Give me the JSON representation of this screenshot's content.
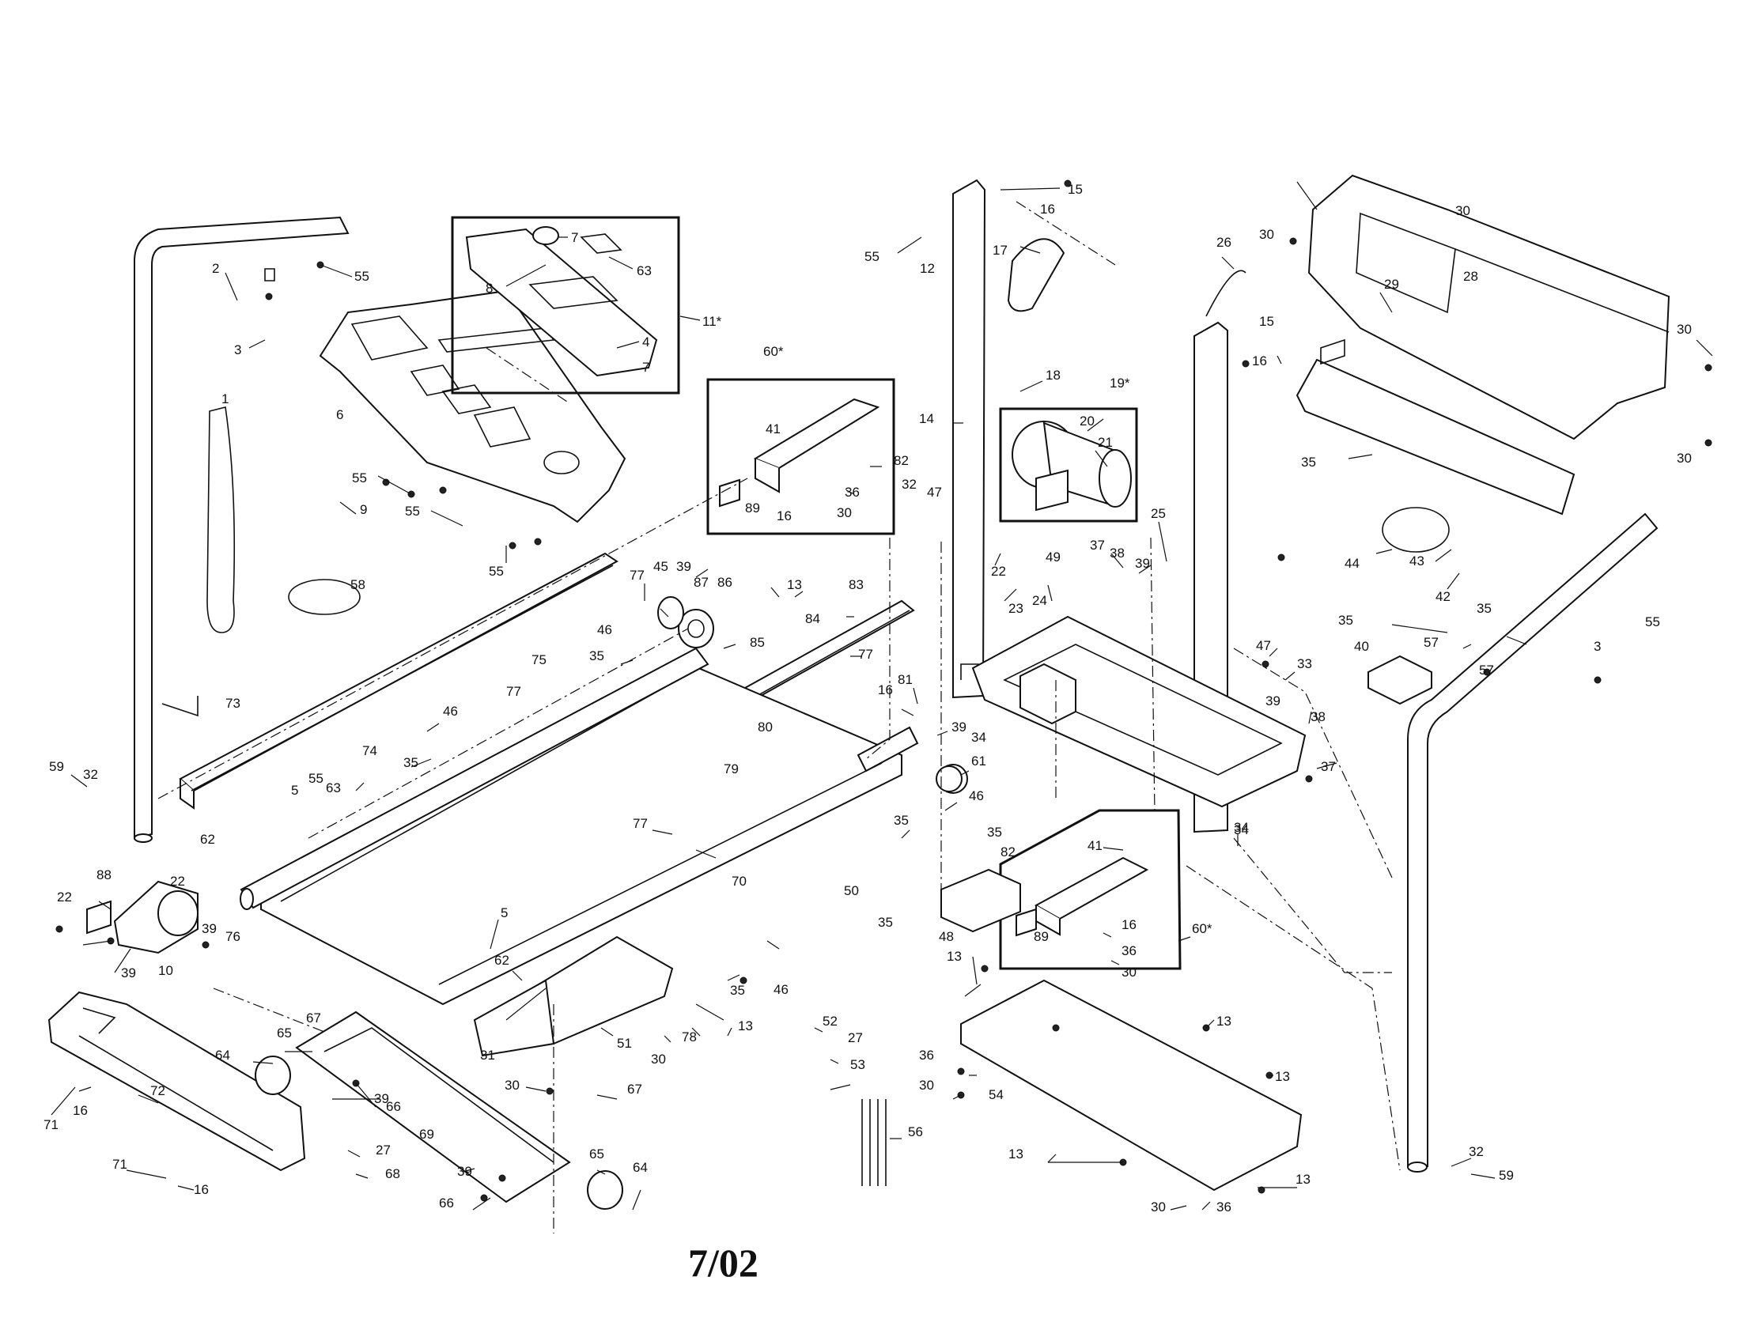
{
  "date_stamp": "7/02",
  "callouts": [
    {
      "id": "c2",
      "text": "2"
    },
    {
      "id": "c55a",
      "text": "55"
    },
    {
      "id": "c3a",
      "text": "3"
    },
    {
      "id": "c1",
      "text": "1"
    },
    {
      "id": "c6",
      "text": "6"
    },
    {
      "id": "c7a",
      "text": "7"
    },
    {
      "id": "c63a",
      "text": "63"
    },
    {
      "id": "c8",
      "text": "8"
    },
    {
      "id": "c4",
      "text": "4"
    },
    {
      "id": "c7b",
      "text": "7"
    },
    {
      "id": "c11",
      "text": "11*"
    },
    {
      "id": "c55b",
      "text": "55"
    },
    {
      "id": "c55c",
      "text": "55"
    },
    {
      "id": "c9",
      "text": "9"
    },
    {
      "id": "c55d",
      "text": "55"
    },
    {
      "id": "c58",
      "text": "58"
    },
    {
      "id": "c75",
      "text": "75"
    },
    {
      "id": "c73",
      "text": "73"
    },
    {
      "id": "c60a",
      "text": "60*"
    },
    {
      "id": "c41a",
      "text": "41"
    },
    {
      "id": "c82a",
      "text": "82"
    },
    {
      "id": "c36a",
      "text": "36"
    },
    {
      "id": "c89a",
      "text": "89"
    },
    {
      "id": "c16a",
      "text": "16"
    },
    {
      "id": "c30a",
      "text": "30"
    },
    {
      "id": "c15",
      "text": "15"
    },
    {
      "id": "c16b",
      "text": "16"
    },
    {
      "id": "c17",
      "text": "17"
    },
    {
      "id": "c55e",
      "text": "55"
    },
    {
      "id": "c12",
      "text": "12"
    },
    {
      "id": "c26",
      "text": "26"
    },
    {
      "id": "c18",
      "text": "18"
    },
    {
      "id": "c19",
      "text": "19*"
    },
    {
      "id": "c14",
      "text": "14"
    },
    {
      "id": "c20",
      "text": "20"
    },
    {
      "id": "c21",
      "text": "21"
    },
    {
      "id": "c32a",
      "text": "32"
    },
    {
      "id": "c47a",
      "text": "47"
    },
    {
      "id": "c25",
      "text": "25"
    },
    {
      "id": "c49",
      "text": "49"
    },
    {
      "id": "c37a",
      "text": "37"
    },
    {
      "id": "c38a",
      "text": "38"
    },
    {
      "id": "c39a",
      "text": "39"
    },
    {
      "id": "c22a",
      "text": "22"
    },
    {
      "id": "c23",
      "text": "23"
    },
    {
      "id": "c24",
      "text": "24"
    },
    {
      "id": "c30b",
      "text": "30"
    },
    {
      "id": "c30c",
      "text": "30"
    },
    {
      "id": "c28",
      "text": "28"
    },
    {
      "id": "c15b",
      "text": "15"
    },
    {
      "id": "c16c",
      "text": "16"
    },
    {
      "id": "c29",
      "text": "29"
    },
    {
      "id": "c30d",
      "text": "30"
    },
    {
      "id": "c30e",
      "text": "30"
    },
    {
      "id": "c35a",
      "text": "35"
    },
    {
      "id": "c44",
      "text": "44"
    },
    {
      "id": "c43",
      "text": "43"
    },
    {
      "id": "c42",
      "text": "42"
    },
    {
      "id": "c35b",
      "text": "35"
    },
    {
      "id": "c55f",
      "text": "55"
    },
    {
      "id": "c3b",
      "text": "3"
    },
    {
      "id": "c57a",
      "text": "57"
    },
    {
      "id": "c35c",
      "text": "35"
    },
    {
      "id": "c57b",
      "text": "57"
    },
    {
      "id": "c40",
      "text": "40"
    },
    {
      "id": "c47b",
      "text": "47"
    },
    {
      "id": "c33",
      "text": "33"
    },
    {
      "id": "c39b",
      "text": "39"
    },
    {
      "id": "c38b",
      "text": "38"
    },
    {
      "id": "c37b",
      "text": "37"
    },
    {
      "id": "c34a",
      "text": "34"
    },
    {
      "id": "c77a",
      "text": "77"
    },
    {
      "id": "c45",
      "text": "45"
    },
    {
      "id": "c39c",
      "text": "39"
    },
    {
      "id": "c87",
      "text": "87"
    },
    {
      "id": "c86",
      "text": "86"
    },
    {
      "id": "c13a",
      "text": "13"
    },
    {
      "id": "c83",
      "text": "83"
    },
    {
      "id": "c84",
      "text": "84"
    },
    {
      "id": "c85",
      "text": "85"
    },
    {
      "id": "c46a",
      "text": "46"
    },
    {
      "id": "c35d",
      "text": "35"
    },
    {
      "id": "c77b",
      "text": "77"
    },
    {
      "id": "c16d",
      "text": "16"
    },
    {
      "id": "c81",
      "text": "81"
    },
    {
      "id": "c39d",
      "text": "39"
    },
    {
      "id": "c34b",
      "text": "34"
    },
    {
      "id": "c77c",
      "text": "77"
    },
    {
      "id": "c46b",
      "text": "46"
    },
    {
      "id": "c35e",
      "text": "35"
    },
    {
      "id": "c80",
      "text": "80"
    },
    {
      "id": "c79",
      "text": "79"
    },
    {
      "id": "c61",
      "text": "61"
    },
    {
      "id": "c46c",
      "text": "46"
    },
    {
      "id": "c74",
      "text": "74"
    },
    {
      "id": "c55g",
      "text": "55"
    },
    {
      "id": "c63b",
      "text": "63"
    },
    {
      "id": "c5a",
      "text": "5"
    },
    {
      "id": "c59a",
      "text": "59"
    },
    {
      "id": "c32b",
      "text": "32"
    },
    {
      "id": "c62a",
      "text": "62"
    },
    {
      "id": "c77d",
      "text": "77"
    },
    {
      "id": "c35f",
      "text": "35"
    },
    {
      "id": "c35g",
      "text": "35"
    },
    {
      "id": "c82b",
      "text": "82"
    },
    {
      "id": "c41b",
      "text": "41"
    },
    {
      "id": "c34c",
      "text": "34"
    },
    {
      "id": "c70",
      "text": "70"
    },
    {
      "id": "c50",
      "text": "50"
    },
    {
      "id": "c35h",
      "text": "35"
    },
    {
      "id": "c48",
      "text": "48"
    },
    {
      "id": "c89b",
      "text": "89"
    },
    {
      "id": "c16e",
      "text": "16"
    },
    {
      "id": "c60b",
      "text": "60*"
    },
    {
      "id": "c36b",
      "text": "36"
    },
    {
      "id": "c30f",
      "text": "30"
    },
    {
      "id": "c88",
      "text": "88"
    },
    {
      "id": "c22b",
      "text": "22"
    },
    {
      "id": "c22c",
      "text": "22"
    },
    {
      "id": "c39e",
      "text": "39"
    },
    {
      "id": "c76",
      "text": "76"
    },
    {
      "id": "c39f",
      "text": "39"
    },
    {
      "id": "c10",
      "text": "10"
    },
    {
      "id": "c5b",
      "text": "5"
    },
    {
      "id": "c62b",
      "text": "62"
    },
    {
      "id": "c35i",
      "text": "35"
    },
    {
      "id": "c46d",
      "text": "46"
    },
    {
      "id": "c13b",
      "text": "13"
    },
    {
      "id": "c78",
      "text": "78"
    },
    {
      "id": "c13c",
      "text": "13"
    },
    {
      "id": "c13d",
      "text": "13"
    },
    {
      "id": "c13e",
      "text": "13"
    },
    {
      "id": "c67a",
      "text": "67"
    },
    {
      "id": "c65a",
      "text": "65"
    },
    {
      "id": "c64a",
      "text": "64"
    },
    {
      "id": "c31",
      "text": "31"
    },
    {
      "id": "c51",
      "text": "51"
    },
    {
      "id": "c30g",
      "text": "30"
    },
    {
      "id": "c52",
      "text": "52"
    },
    {
      "id": "c27a",
      "text": "27"
    },
    {
      "id": "c53",
      "text": "53"
    },
    {
      "id": "c36c",
      "text": "36"
    },
    {
      "id": "c30h",
      "text": "30"
    },
    {
      "id": "c54",
      "text": "54"
    },
    {
      "id": "c66a",
      "text": "66"
    },
    {
      "id": "c39g",
      "text": "39"
    },
    {
      "id": "c69",
      "text": "69"
    },
    {
      "id": "c30i",
      "text": "30"
    },
    {
      "id": "c67b",
      "text": "67"
    },
    {
      "id": "c72",
      "text": "72"
    },
    {
      "id": "c71a",
      "text": "71"
    },
    {
      "id": "c16f",
      "text": "16"
    },
    {
      "id": "c56",
      "text": "56"
    },
    {
      "id": "c13f",
      "text": "13"
    },
    {
      "id": "c13g",
      "text": "13"
    },
    {
      "id": "c27b",
      "text": "27"
    },
    {
      "id": "c68",
      "text": "68"
    },
    {
      "id": "c71b",
      "text": "71"
    },
    {
      "id": "c16g",
      "text": "16"
    },
    {
      "id": "c39h",
      "text": "39"
    },
    {
      "id": "c65b",
      "text": "65"
    },
    {
      "id": "c64b",
      "text": "64"
    },
    {
      "id": "c66b",
      "text": "66"
    },
    {
      "id": "c30j",
      "text": "30"
    },
    {
      "id": "c36d",
      "text": "36"
    },
    {
      "id": "c32c",
      "text": "32"
    },
    {
      "id": "c59b",
      "text": "59"
    }
  ]
}
